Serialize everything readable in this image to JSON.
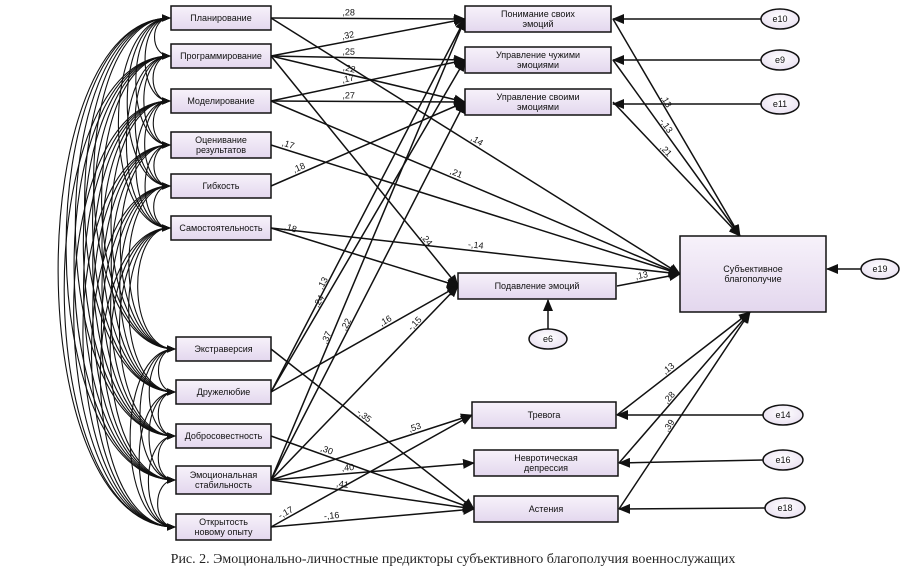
{
  "caption": "Рис. 2. Эмоционально-личностные предикторы субъективного благополучия военнослужащих",
  "nodes": {
    "plan": {
      "lines": [
        "Планирование"
      ]
    },
    "prog": {
      "lines": [
        "Программирование"
      ]
    },
    "model": {
      "lines": [
        "Моделирование"
      ]
    },
    "eval": {
      "lines": [
        "Оценивание",
        "результатов"
      ]
    },
    "flex": {
      "lines": [
        "Гибкость"
      ]
    },
    "indep": {
      "lines": [
        "Самостоятельность"
      ]
    },
    "extra": {
      "lines": [
        "Экстраверсия"
      ]
    },
    "agree": {
      "lines": [
        "Дружелюбие"
      ]
    },
    "consc": {
      "lines": [
        "Добросовестность"
      ]
    },
    "stab": {
      "lines": [
        "Эмоциональная",
        "стабильность"
      ]
    },
    "open": {
      "lines": [
        "Открытость",
        "новому опыту"
      ]
    },
    "und": {
      "lines": [
        "Понимание своих",
        "эмоций"
      ]
    },
    "mgo": {
      "lines": [
        "Управление чужими",
        "эмоциями"
      ]
    },
    "mgs": {
      "lines": [
        "Управление своими",
        "эмоциями"
      ]
    },
    "supp": {
      "lines": [
        "Подавление эмоций"
      ]
    },
    "wb": {
      "lines": [
        "Субъективное",
        "благополучие"
      ]
    },
    "anx": {
      "lines": [
        "Тревога"
      ]
    },
    "dep": {
      "lines": [
        "Невротическая",
        "депрессия"
      ]
    },
    "ast": {
      "lines": [
        "Астения"
      ]
    }
  },
  "errors": {
    "e10": "e10",
    "e9": "e9",
    "e11": "e11",
    "e6": "e6",
    "e19": "e19",
    "e14": "e14",
    "e16": "e16",
    "e18": "e18"
  },
  "paths": [
    {
      "from": "plan",
      "to": "und",
      "coef": ",28"
    },
    {
      "from": "prog",
      "to": "und",
      "coef": ",32"
    },
    {
      "from": "prog",
      "to": "mgo",
      "coef": ",25"
    },
    {
      "from": "prog",
      "to": "mgs",
      "coef": ",22"
    },
    {
      "from": "model",
      "to": "mgo",
      "coef": ",17"
    },
    {
      "from": "model",
      "to": "mgs",
      "coef": ",27"
    },
    {
      "from": "plan",
      "to": "wb",
      "coef": ",14"
    },
    {
      "from": "model",
      "to": "wb",
      "coef": ",21"
    },
    {
      "from": "prog",
      "to": "supp",
      "coef": ",24"
    },
    {
      "from": "eval",
      "to": "wb",
      "coef": ",17"
    },
    {
      "from": "flex",
      "to": "mgs",
      "coef": ",18"
    },
    {
      "from": "indep",
      "to": "supp",
      "coef": ",18"
    },
    {
      "from": "indep",
      "to": "wb",
      "coef": "-,14"
    },
    {
      "from": "und",
      "to": "wb",
      "coef": ",13"
    },
    {
      "from": "mgo",
      "to": "wb",
      "coef": "-,13"
    },
    {
      "from": "mgs",
      "to": "wb",
      "coef": ",21"
    },
    {
      "from": "supp",
      "to": "wb",
      "coef": ",13"
    },
    {
      "from": "anx",
      "to": "wb",
      "coef": ",13"
    },
    {
      "from": "dep",
      "to": "wb",
      "coef": ",28"
    },
    {
      "from": "ast",
      "to": "wb",
      "coef": ",39"
    },
    {
      "from": "agree",
      "to": "und",
      "coef": ",13"
    },
    {
      "from": "agree",
      "to": "mgo",
      "coef": ",24"
    },
    {
      "from": "stab",
      "to": "und",
      "coef": ",37"
    },
    {
      "from": "stab",
      "to": "mgs",
      "coef": ",22"
    },
    {
      "from": "agree",
      "to": "supp",
      "coef": ",16"
    },
    {
      "from": "stab",
      "to": "supp",
      "coef": "-,15"
    },
    {
      "from": "extra",
      "to": "ast",
      "coef": "-,35"
    },
    {
      "from": "consc",
      "to": "ast",
      "coef": ",30"
    },
    {
      "from": "stab",
      "to": "anx",
      "coef": ",53"
    },
    {
      "from": "stab",
      "to": "dep",
      "coef": ",40"
    },
    {
      "from": "stab",
      "to": "ast",
      "coef": ",41"
    },
    {
      "from": "open",
      "to": "ast",
      "coef": "-,16"
    },
    {
      "from": "open",
      "to": "anx",
      "coef": "-,17"
    }
  ],
  "error_paths": [
    {
      "from": "e10",
      "to": "und"
    },
    {
      "from": "e9",
      "to": "mgo"
    },
    {
      "from": "e11",
      "to": "mgs"
    },
    {
      "from": "e6",
      "to": "supp"
    },
    {
      "from": "e19",
      "to": "wb"
    },
    {
      "from": "e14",
      "to": "anx"
    },
    {
      "from": "e16",
      "to": "dep"
    },
    {
      "from": "e18",
      "to": "ast"
    }
  ],
  "colors": {
    "box_top": "#f7f2fa",
    "box_bottom": "#e3d7ee",
    "line": "#111111"
  }
}
